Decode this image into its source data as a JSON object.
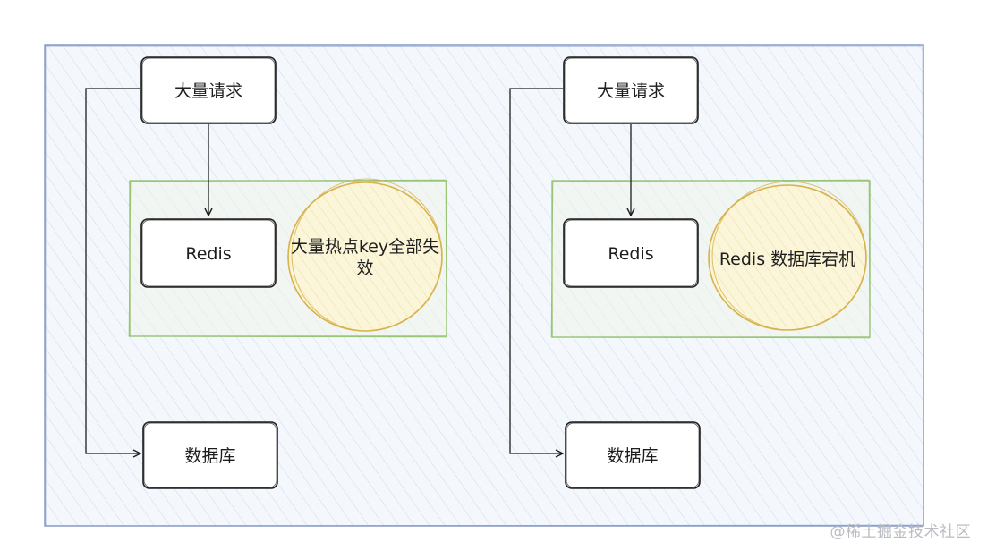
{
  "diagram": {
    "colors": {
      "frame_stroke": "#7d95c4",
      "frame_fill": "#f4f8fc",
      "hatch": "#a5c3e6",
      "group_stroke": "#8fbf6a",
      "circle_stroke": "#d8b24a",
      "circle_fill": "#fbf5d9",
      "box_stroke": "#1e1e1e",
      "arrow": "#1e1e1e"
    },
    "left": {
      "request_label": "大量请求",
      "redis_label": "Redis",
      "cause_label_line1": "大量热点key全部失",
      "cause_label_line2": "效",
      "db_label": "数据库"
    },
    "right": {
      "request_label": "大量请求",
      "redis_label": "Redis",
      "cause_label": "Redis 数据库宕机",
      "db_label": "数据库"
    }
  },
  "watermark": "@稀土掘金技术社区"
}
